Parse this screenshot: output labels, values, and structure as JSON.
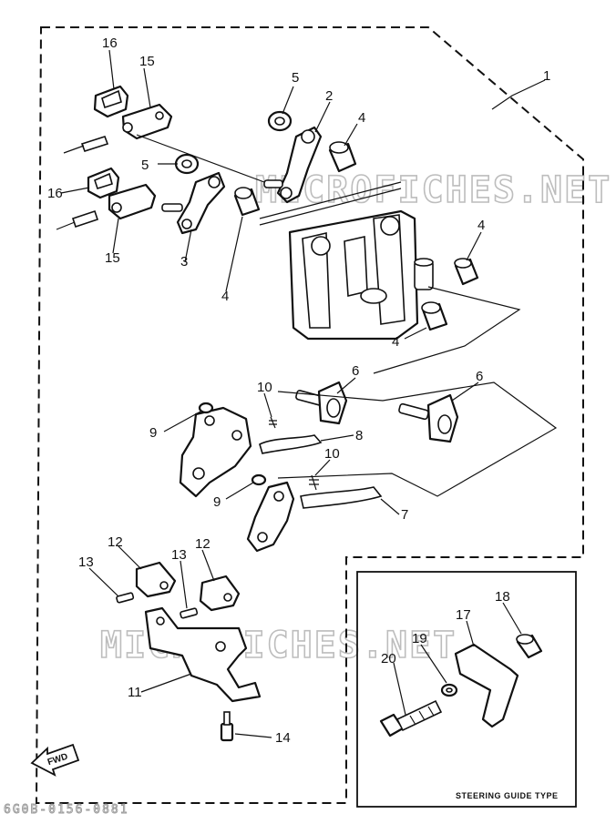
{
  "diagram": {
    "watermark_top": "MICROFICHES.NET",
    "watermark_mid": "MICROFICHES.NET",
    "inset_caption": "STEERING GUIDE TYPE",
    "fwd_label": "FWD",
    "footer_code": "6G0B-0156-0881",
    "callouts": {
      "c1": "1",
      "c2": "2",
      "c3": "3",
      "c4a": "4",
      "c4b": "4",
      "c4c": "4",
      "c4d": "4",
      "c5a": "5",
      "c5b": "5",
      "c6a": "6",
      "c6b": "6",
      "c7": "7",
      "c8": "8",
      "c9a": "9",
      "c9b": "9",
      "c10a": "10",
      "c10b": "10",
      "c11": "11",
      "c12a": "12",
      "c12b": "12",
      "c13a": "13",
      "c13b": "13",
      "c14": "14",
      "c15a": "15",
      "c15b": "15",
      "c16a": "16",
      "c16b": "16",
      "c17": "17",
      "c18": "18",
      "c19": "19",
      "c20": "20"
    }
  }
}
